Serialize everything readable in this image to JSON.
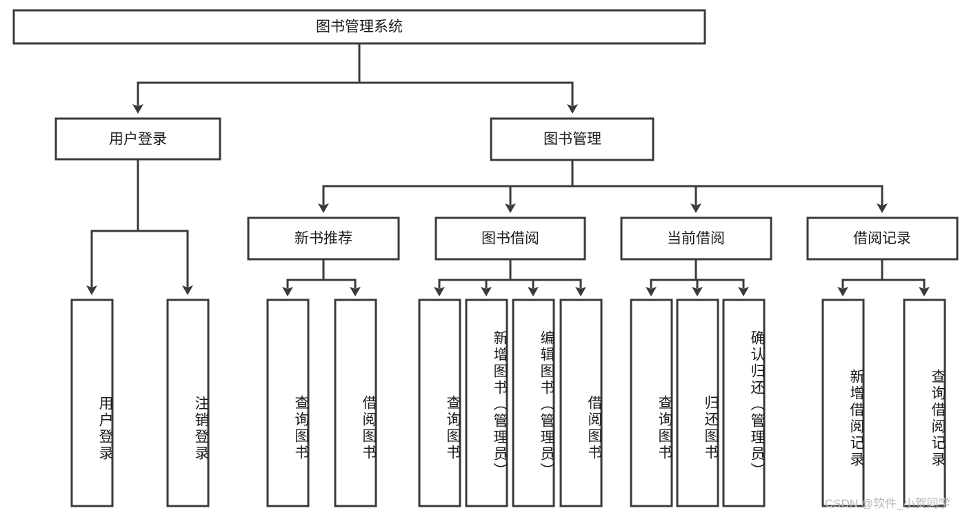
{
  "diagram": {
    "title": "图书管理系统",
    "type": "tree-hierarchy",
    "root": {
      "id": "root",
      "label": "图书管理系统",
      "orientation": "horizontal"
    },
    "level1": [
      {
        "id": "user-login",
        "label": "用户登录",
        "orientation": "horizontal"
      },
      {
        "id": "book-manage",
        "label": "图书管理",
        "orientation": "horizontal"
      }
    ],
    "level2": [
      {
        "id": "new-book-recommend",
        "label": "新书推荐",
        "orientation": "horizontal",
        "parent": "book-manage"
      },
      {
        "id": "book-borrow",
        "label": "图书借阅",
        "orientation": "horizontal",
        "parent": "book-manage"
      },
      {
        "id": "current-borrow",
        "label": "当前借阅",
        "orientation": "horizontal",
        "parent": "book-manage"
      },
      {
        "id": "borrow-record",
        "label": "借阅记录",
        "orientation": "horizontal",
        "parent": "book-manage"
      }
    ],
    "leaves": [
      {
        "id": "leaf-user-login",
        "label": "用户登录",
        "orientation": "vertical",
        "parent": "user-login"
      },
      {
        "id": "leaf-user-logout",
        "label": "注销登录",
        "orientation": "vertical",
        "parent": "user-login"
      },
      {
        "id": "leaf-query-book-1",
        "label": "查询图书",
        "orientation": "vertical",
        "parent": "new-book-recommend"
      },
      {
        "id": "leaf-borrow-book-1",
        "label": "借阅图书",
        "orientation": "vertical",
        "parent": "new-book-recommend"
      },
      {
        "id": "leaf-query-book-2",
        "label": "查询图书",
        "orientation": "vertical",
        "parent": "book-borrow"
      },
      {
        "id": "leaf-add-book",
        "label": "新增图书（管理员）",
        "orientation": "vertical",
        "parent": "book-borrow"
      },
      {
        "id": "leaf-edit-book",
        "label": "编辑图书（管理员）",
        "orientation": "vertical",
        "parent": "book-borrow"
      },
      {
        "id": "leaf-borrow-book-2",
        "label": "借阅图书",
        "orientation": "vertical",
        "parent": "book-borrow"
      },
      {
        "id": "leaf-query-book-3",
        "label": "查询图书",
        "orientation": "vertical",
        "parent": "current-borrow"
      },
      {
        "id": "leaf-return-book",
        "label": "归还图书",
        "orientation": "vertical",
        "parent": "current-borrow"
      },
      {
        "id": "leaf-confirm-return",
        "label": "确认归还（管理员）",
        "orientation": "vertical",
        "parent": "current-borrow"
      },
      {
        "id": "leaf-add-record",
        "label": "新增借阅记录",
        "orientation": "vertical",
        "parent": "borrow-record"
      },
      {
        "id": "leaf-query-record",
        "label": "查询借阅记录",
        "orientation": "vertical",
        "parent": "borrow-record"
      }
    ],
    "colors": {
      "stroke": "#3a3a3a",
      "fill": "#ffffff",
      "text": "#1b1b1b",
      "background": "#ffffff",
      "watermark": "#b9b9b9"
    }
  },
  "watermark": {
    "text": "CSDN @软件_小贺同学"
  }
}
